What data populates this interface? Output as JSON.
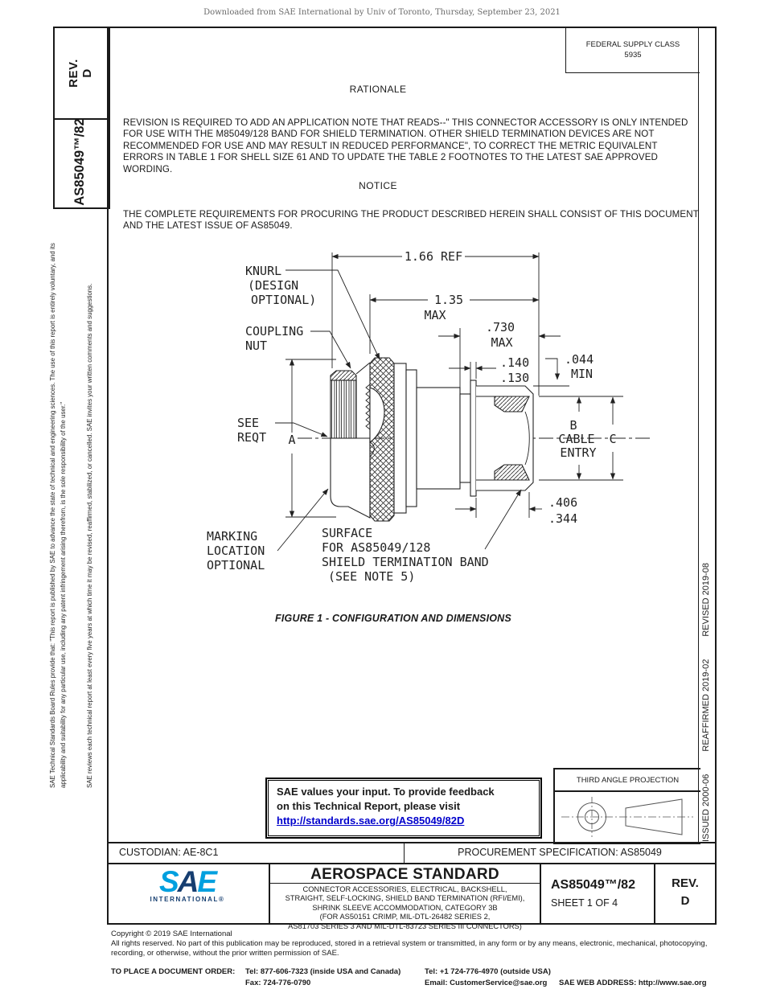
{
  "page": {
    "download_header": "Downloaded from SAE International by Univ of Toronto, Thursday, September 23, 2021"
  },
  "sidebar_left": {
    "rev_label": "REV.",
    "rev_value": "D",
    "doc_number_vertical": "AS85049™/82",
    "legal_para1": "SAE Technical Standards Board Rules provide that: \"This report is published by SAE to advance the state of technical and engineering sciences. The use of this report is entirely voluntary, and its applicability and suitability for any particular use, including any patent infringement arising therefrom, is the sole responsibility of the user.\"",
    "legal_para2": "SAE reviews each technical report at least every five years at which time it may be revised, reaffirmed, stabilized, or cancelled. SAE invites your written comments and suggestions."
  },
  "sidebar_right": {
    "issued": "ISSUED 2000-06",
    "reaffirmed": "REAFFIRMED 2019-02",
    "revised": "REVISED 2019-08"
  },
  "header": {
    "federal_supply_class_label": "FEDERAL SUPPLY CLASS",
    "federal_supply_class_value": "5935"
  },
  "rationale": {
    "title": "RATIONALE",
    "body": "REVISION IS REQUIRED TO ADD AN APPLICATION NOTE THAT READS--\" THIS CONNECTOR ACCESSORY IS ONLY INTENDED FOR USE WITH THE M85049/128 BAND FOR SHIELD TERMINATION. OTHER SHIELD TERMINATION DEVICES ARE NOT RECOMMENDED FOR USE AND MAY RESULT IN REDUCED PERFORMANCE\", TO CORRECT THE METRIC EQUIVALENT ERRORS IN TABLE 1 FOR SHELL SIZE 61 AND TO UPDATE THE TABLE 2 FOOTNOTES TO THE LATEST SAE APPROVED WORDING."
  },
  "notice": {
    "title": "NOTICE",
    "body": "THE COMPLETE REQUIREMENTS FOR PROCURING THE PRODUCT DESCRIBED HEREIN SHALL CONSIST OF THIS DOCUMENT AND THE LATEST ISSUE OF AS85049."
  },
  "figure": {
    "caption": "FIGURE 1 - CONFIGURATION AND DIMENSIONS",
    "label_knurl_1": "KNURL",
    "label_knurl_2": "(DESIGN",
    "label_knurl_3": "OPTIONAL)",
    "label_coupling_1": "COUPLING",
    "label_coupling_2": "NUT",
    "label_see_1": "SEE",
    "label_see_2": "REQT",
    "label_marking_1": "MARKING",
    "label_marking_2": "LOCATION",
    "label_marking_3": "OPTIONAL",
    "label_surface_1": "SURFACE",
    "label_surface_2": "FOR AS85049/128",
    "label_surface_3": "SHIELD TERMINATION BAND",
    "label_surface_4": "(SEE NOTE 5)",
    "dim_166": "1.66 REF",
    "dim_135": "1.35",
    "dim_135_max": "MAX",
    "dim_730": ".730",
    "dim_730_max": "MAX",
    "dim_140": ".140",
    "dim_130": ".130",
    "dim_044": ".044",
    "dim_044_min": "MIN",
    "dim_b": "B",
    "dim_cable": "CABLE",
    "dim_c": "C",
    "dim_entry": "ENTRY",
    "dim_406": ".406",
    "dim_344": ".344",
    "dim_a": "A"
  },
  "feedback_box": {
    "line1": "SAE values your input. To provide feedback",
    "line2": "on this Technical Report, please visit",
    "link": "http://standards.sae.org/AS85049/82D"
  },
  "projection": {
    "label": "THIRD ANGLE PROJECTION"
  },
  "custodian_row": {
    "custodian": "CUSTODIAN: AE-8C1",
    "procurement": "PROCUREMENT SPECIFICATION: AS85049"
  },
  "title_block": {
    "logo_s": "S",
    "logo_a": "A",
    "logo_e": "E",
    "logo_sub": "INTERNATIONAL®",
    "title": "AEROSPACE STANDARD",
    "subtitle_lines": [
      "CONNECTOR ACCESSORIES, ELECTRICAL, BACKSHELL,",
      "STRAIGHT, SELF-LOCKING, SHIELD BAND TERMINATION (RFI/EMI),",
      "SHRINK SLEEVE ACCOMMODATION, CATEGORY 3B",
      "(FOR AS50151 CRIMP, MIL-DTL-26482 SERIES 2,",
      "AS81703 SERIES 3 AND MIL-DTL-83723 SERIES III CONNECTORS)"
    ],
    "doc_number": "AS85049™/82",
    "sheet": "SHEET 1 OF 4",
    "rev_label": "REV.",
    "rev_value": "D"
  },
  "footer": {
    "copyright": "Copyright © 2019 SAE International",
    "rights": "All rights reserved. No part of this publication may be reproduced, stored in a retrieval system or transmitted, in any form or by any means, electronic, mechanical, photocopying, recording, or otherwise, without the prior written permission of SAE.",
    "order_label": "TO PLACE A DOCUMENT ORDER:",
    "tel_inside": "Tel: 877-606-7323 (inside USA and Canada)",
    "tel_outside": "Tel: +1 724-776-4970 (outside USA)",
    "fax": "Fax: 724-776-0790",
    "email": "Email: CustomerService@sae.org",
    "web": "SAE WEB ADDRESS: http://www.sae.org"
  },
  "colors": {
    "logo_light_blue": "#00A0DF",
    "logo_dark_blue": "#163E70",
    "link_blue": "#0000CC",
    "line_black": "#1a1a1a"
  }
}
